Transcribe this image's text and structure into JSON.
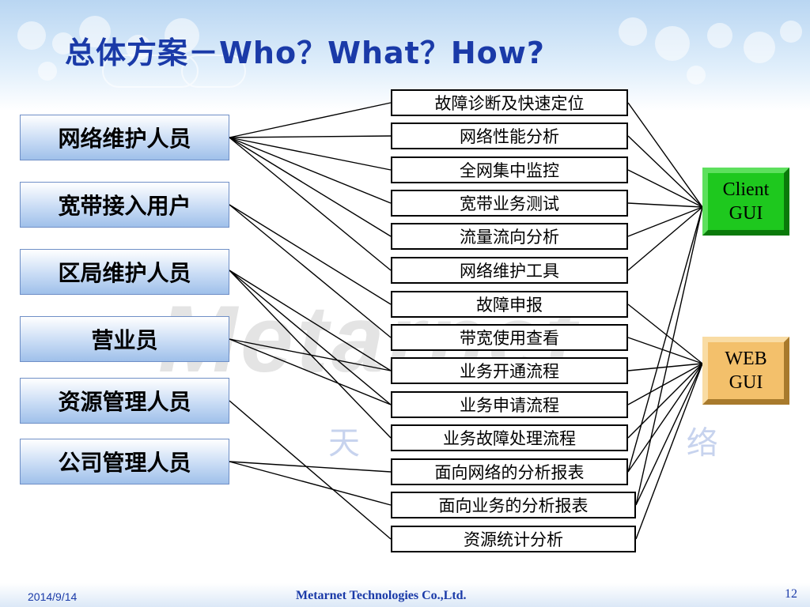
{
  "title": "总体方案－Who？What？How?",
  "watermark": {
    "text": "Metarnet",
    "sub": "天 络"
  },
  "roles": [
    {
      "label": "网络维护人员"
    },
    {
      "label": "宽带接入用户"
    },
    {
      "label": "区局维护人员"
    },
    {
      "label": "营业员"
    },
    {
      "label": "资源管理人员"
    },
    {
      "label": "公司管理人员"
    }
  ],
  "functions": [
    {
      "label": "故障诊断及快速定位"
    },
    {
      "label": "网络性能分析"
    },
    {
      "label": "全网集中监控"
    },
    {
      "label": "宽带业务测试"
    },
    {
      "label": "流量流向分析"
    },
    {
      "label": "网络维护工具"
    },
    {
      "label": "故障申报"
    },
    {
      "label": "带宽使用查看"
    },
    {
      "label": "业务开通流程"
    },
    {
      "label": "业务申请流程"
    },
    {
      "label": "业务故障处理流程"
    },
    {
      "label": "面向网络的分析报表"
    },
    {
      "label": "面向业务的分析报表"
    },
    {
      "label": "资源统计分析"
    }
  ],
  "gui": {
    "client": {
      "line1": "Client",
      "line2": "GUI",
      "color": "#1ec81e"
    },
    "web": {
      "line1": "WEB",
      "line2": "GUI",
      "color": "#f3c06b"
    }
  },
  "links_role_to_function": [
    [
      0,
      0
    ],
    [
      0,
      1
    ],
    [
      0,
      2
    ],
    [
      0,
      3
    ],
    [
      0,
      4
    ],
    [
      0,
      5
    ],
    [
      1,
      6
    ],
    [
      1,
      7
    ],
    [
      2,
      8
    ],
    [
      2,
      9
    ],
    [
      2,
      10
    ],
    [
      3,
      8
    ],
    [
      3,
      9
    ],
    [
      4,
      13
    ],
    [
      5,
      11
    ],
    [
      5,
      12
    ]
  ],
  "links_function_to_gui": {
    "client": [
      0,
      1,
      2,
      3,
      4,
      5,
      11,
      12
    ],
    "web": [
      6,
      7,
      8,
      9,
      10,
      11,
      12,
      13
    ]
  },
  "footer": {
    "date": "2014/9/14",
    "company": "Metarnet Technologies Co.,Ltd.",
    "page": "12"
  }
}
